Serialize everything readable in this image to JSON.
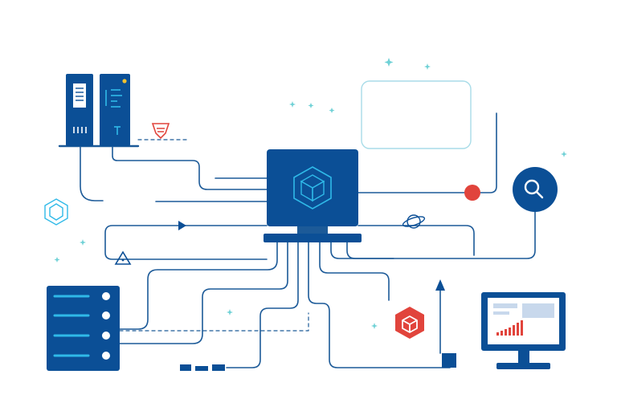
{
  "diagram": {
    "colors": {
      "primary": "#0b4f96",
      "line": "#1c5a98",
      "accent_light": "#2fb9e8",
      "alert_red": "#e1443c",
      "sparkle": "#6fd1d6",
      "faint_frame": "#a8dce8",
      "screen_ui": "#c8d8ec",
      "white": "#ffffff"
    },
    "nodes": [
      {
        "id": "central-laptop",
        "icon": "cube-icon"
      },
      {
        "id": "server-rack-left",
        "icon": "server-tower-icon"
      },
      {
        "id": "server-rack-right",
        "icon": "server-tower-icon"
      },
      {
        "id": "storage-stack",
        "icon": "storage-server-icon"
      },
      {
        "id": "monitor",
        "icon": "analytics-chart-icon"
      },
      {
        "id": "search-node",
        "icon": "magnifier-icon"
      },
      {
        "id": "alert-node",
        "icon": "red-dot-icon"
      },
      {
        "id": "package-node",
        "icon": "box-icon"
      }
    ],
    "decorations": [
      "shield-icon",
      "hexagon-cube-icon",
      "warning-triangle-icon",
      "planet-icon",
      "sparkle-icon"
    ]
  }
}
